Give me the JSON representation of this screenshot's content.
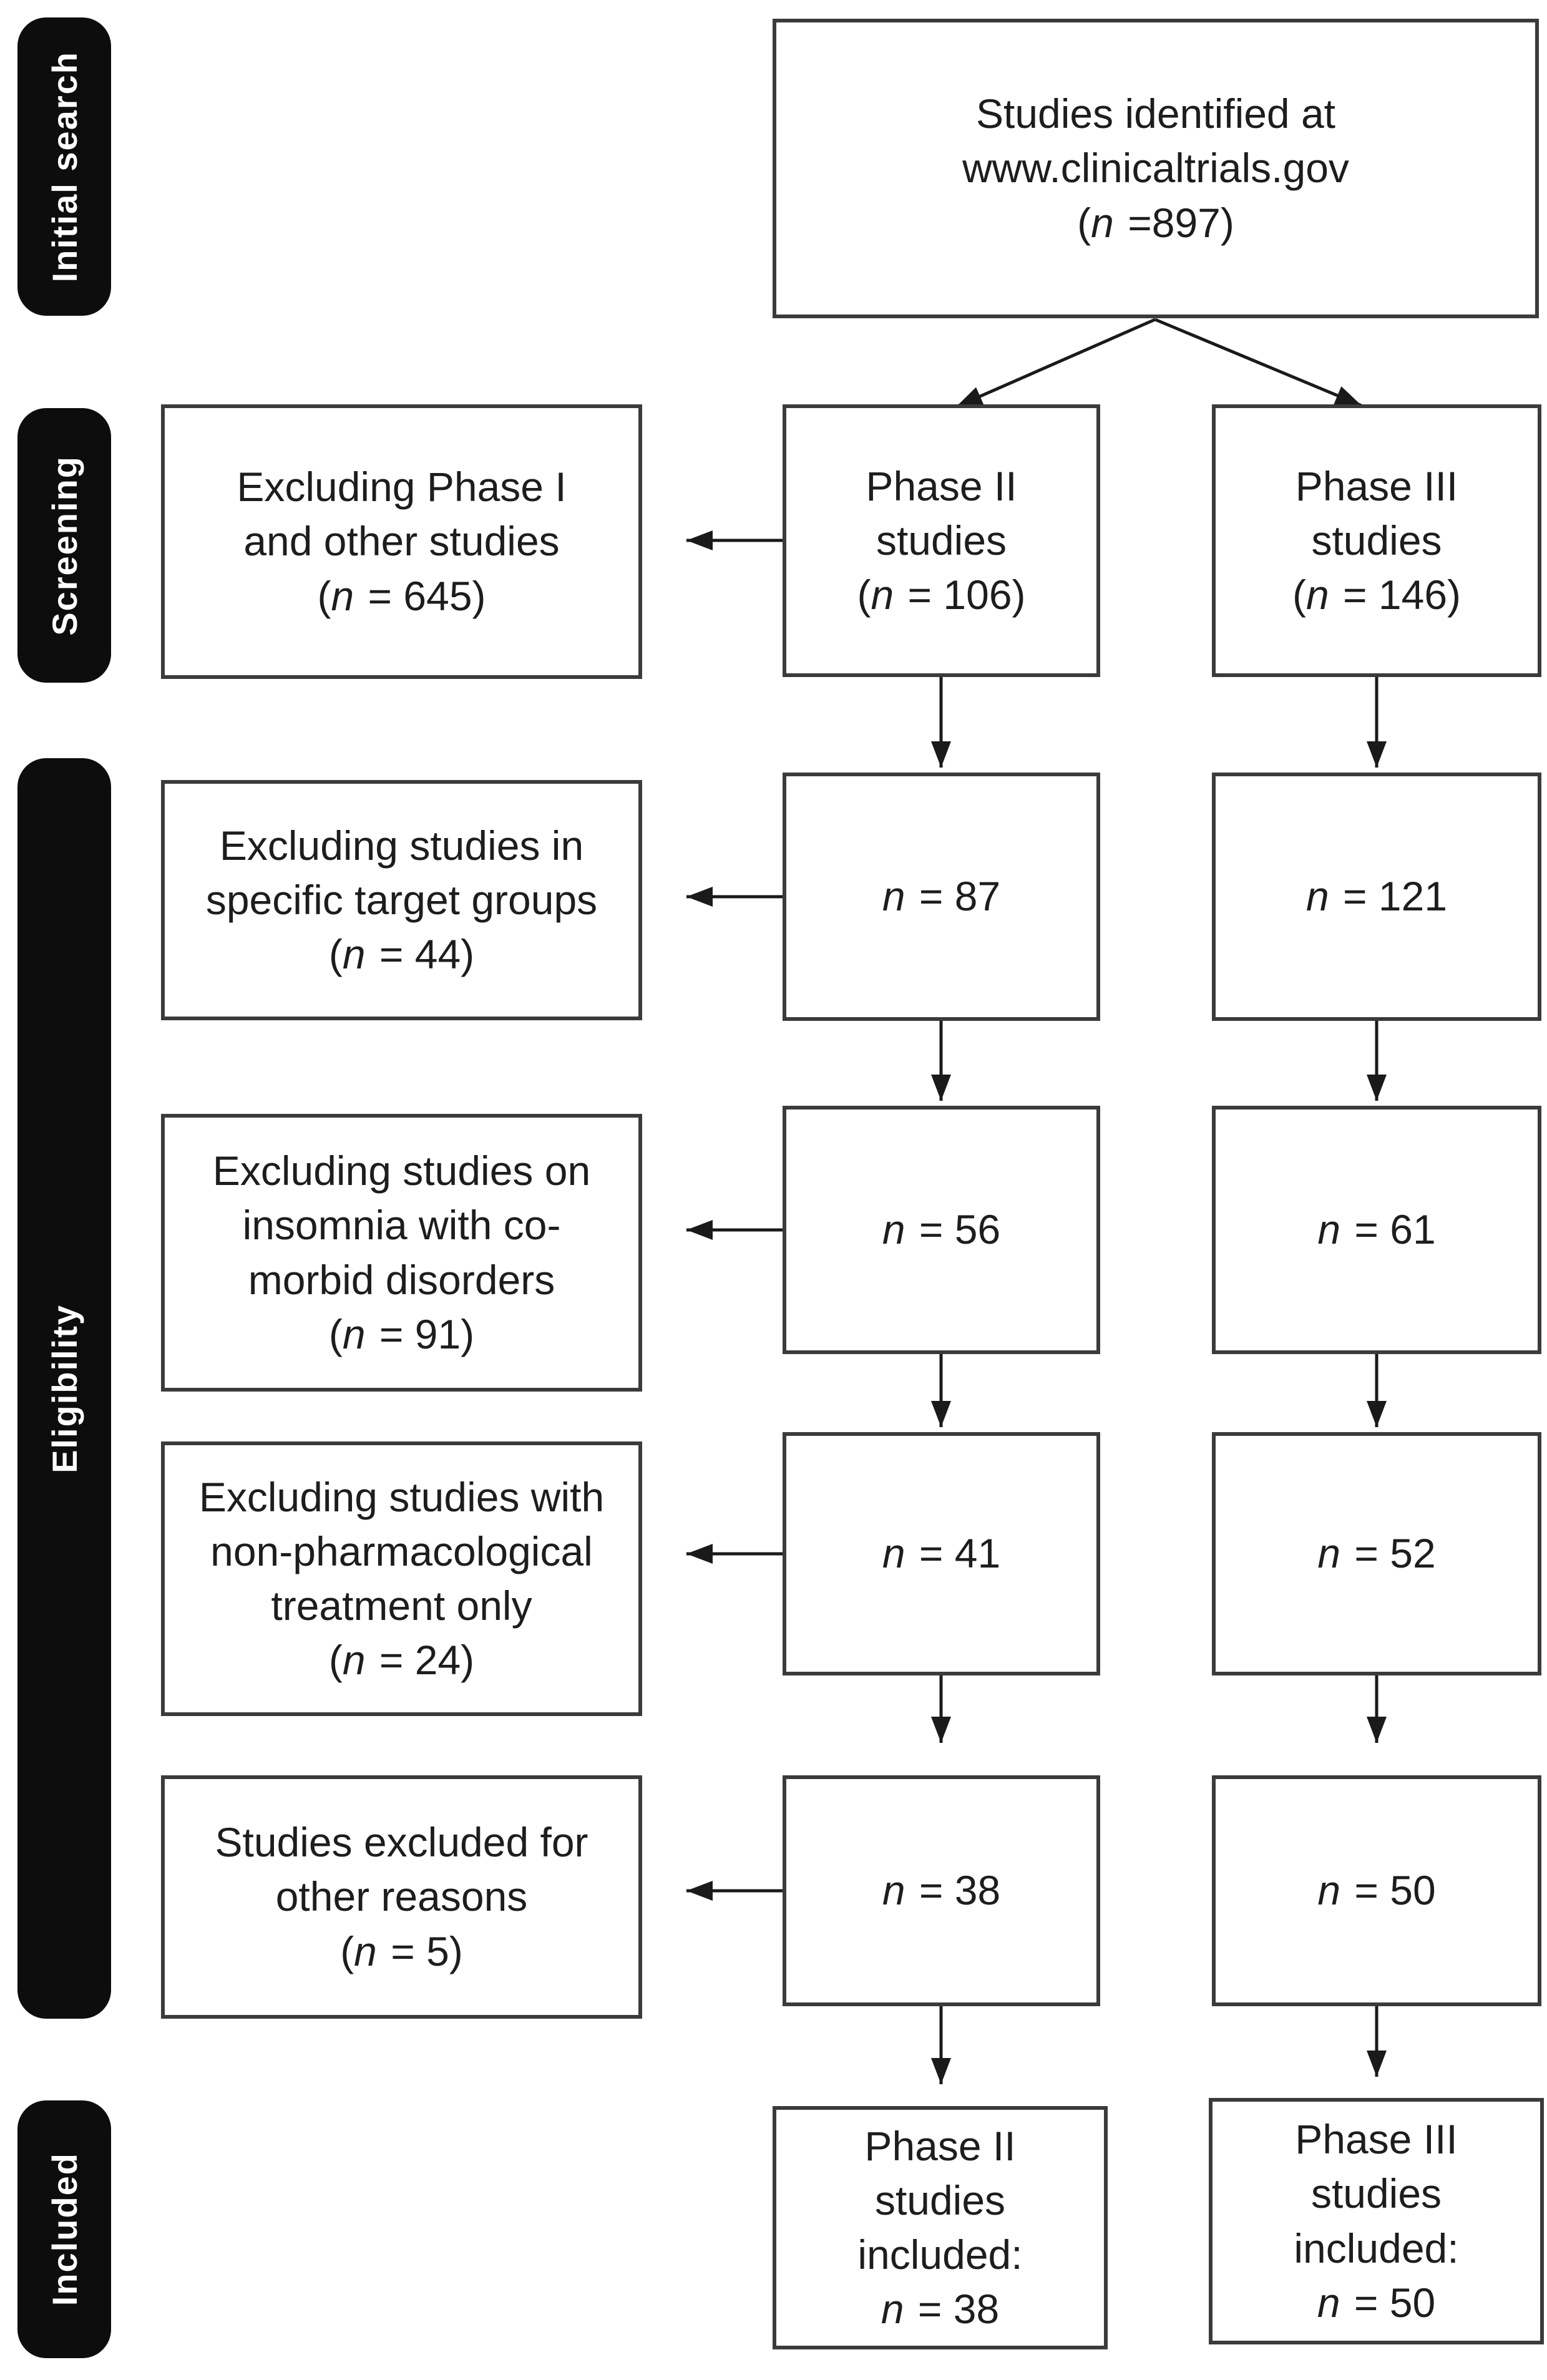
{
  "diagram": {
    "title_semantic": "Study selection flow diagram",
    "colors": {
      "background": "#ffffff",
      "pill_background": "#0d0d0d",
      "pill_text": "#ffffff",
      "box_border": "#3b3b3b",
      "box_text": "#1d1d1f",
      "arrow": "#1a1a1a"
    },
    "stages": [
      {
        "id": "initial-search",
        "label": "Initial search"
      },
      {
        "id": "screening",
        "label": "Screening"
      },
      {
        "id": "eligibility",
        "label": "Eligibility"
      },
      {
        "id": "included",
        "label": "Included"
      }
    ],
    "boxes": {
      "identified": {
        "line1": "Studies identified at",
        "line2": "www.clinicaltrials.gov",
        "count_pre": "(",
        "count_n": "n",
        "count_post": " =897)"
      },
      "excl_phase1": {
        "line1": "Excluding Phase I",
        "line2": "and other studies",
        "count_pre": "(",
        "count_n": "n",
        "count_post": " = 645)"
      },
      "phase2": {
        "line1": "Phase II",
        "line2": "studies",
        "count_pre": "(",
        "count_n": "n",
        "count_post": " = 106)"
      },
      "phase3": {
        "line1": "Phase III",
        "line2": "studies",
        "count_pre": "(",
        "count_n": "n",
        "count_post": " = 146)"
      },
      "excl_target": {
        "line1": "Excluding studies in",
        "line2": "specific target groups",
        "count_pre": "(",
        "count_n": "n",
        "count_post": " = 44)"
      },
      "p2_87": {
        "count_pre": "",
        "count_n": "n",
        "count_post": " = 87"
      },
      "p3_121": {
        "count_pre": "",
        "count_n": "n",
        "count_post": " = 121"
      },
      "excl_comorbid": {
        "line1": "Excluding studies on",
        "line2": "insomnia with co-",
        "line3": "morbid disorders",
        "count_pre": "(",
        "count_n": "n",
        "count_post": " = 91)"
      },
      "p2_56": {
        "count_pre": "",
        "count_n": "n",
        "count_post": " = 56"
      },
      "p3_61": {
        "count_pre": "",
        "count_n": "n",
        "count_post": " = 61"
      },
      "excl_nonpharm": {
        "line1": "Excluding studies with",
        "line2": "non-pharmacological",
        "line3": "treatment only",
        "count_pre": "(",
        "count_n": "n",
        "count_post": " = 24)"
      },
      "p2_41": {
        "count_pre": "",
        "count_n": "n",
        "count_post": " = 41"
      },
      "p3_52": {
        "count_pre": "",
        "count_n": "n",
        "count_post": " = 52"
      },
      "excl_other": {
        "line1": "Studies excluded for",
        "line2": "other reasons",
        "count_pre": "(",
        "count_n": "n",
        "count_post": " = 5)"
      },
      "p2_38": {
        "count_pre": "",
        "count_n": "n",
        "count_post": " = 38"
      },
      "p3_50": {
        "count_pre": "",
        "count_n": "n",
        "count_post": " = 50"
      },
      "p2_included": {
        "line1": "Phase II",
        "line2": "studies",
        "line3": "included:",
        "count_pre": "",
        "count_n": "n",
        "count_post": " = 38"
      },
      "p3_included": {
        "line1": "Phase III",
        "line2": "studies",
        "line3": "included:",
        "count_pre": "",
        "count_n": "n",
        "count_post": " = 50"
      }
    }
  }
}
